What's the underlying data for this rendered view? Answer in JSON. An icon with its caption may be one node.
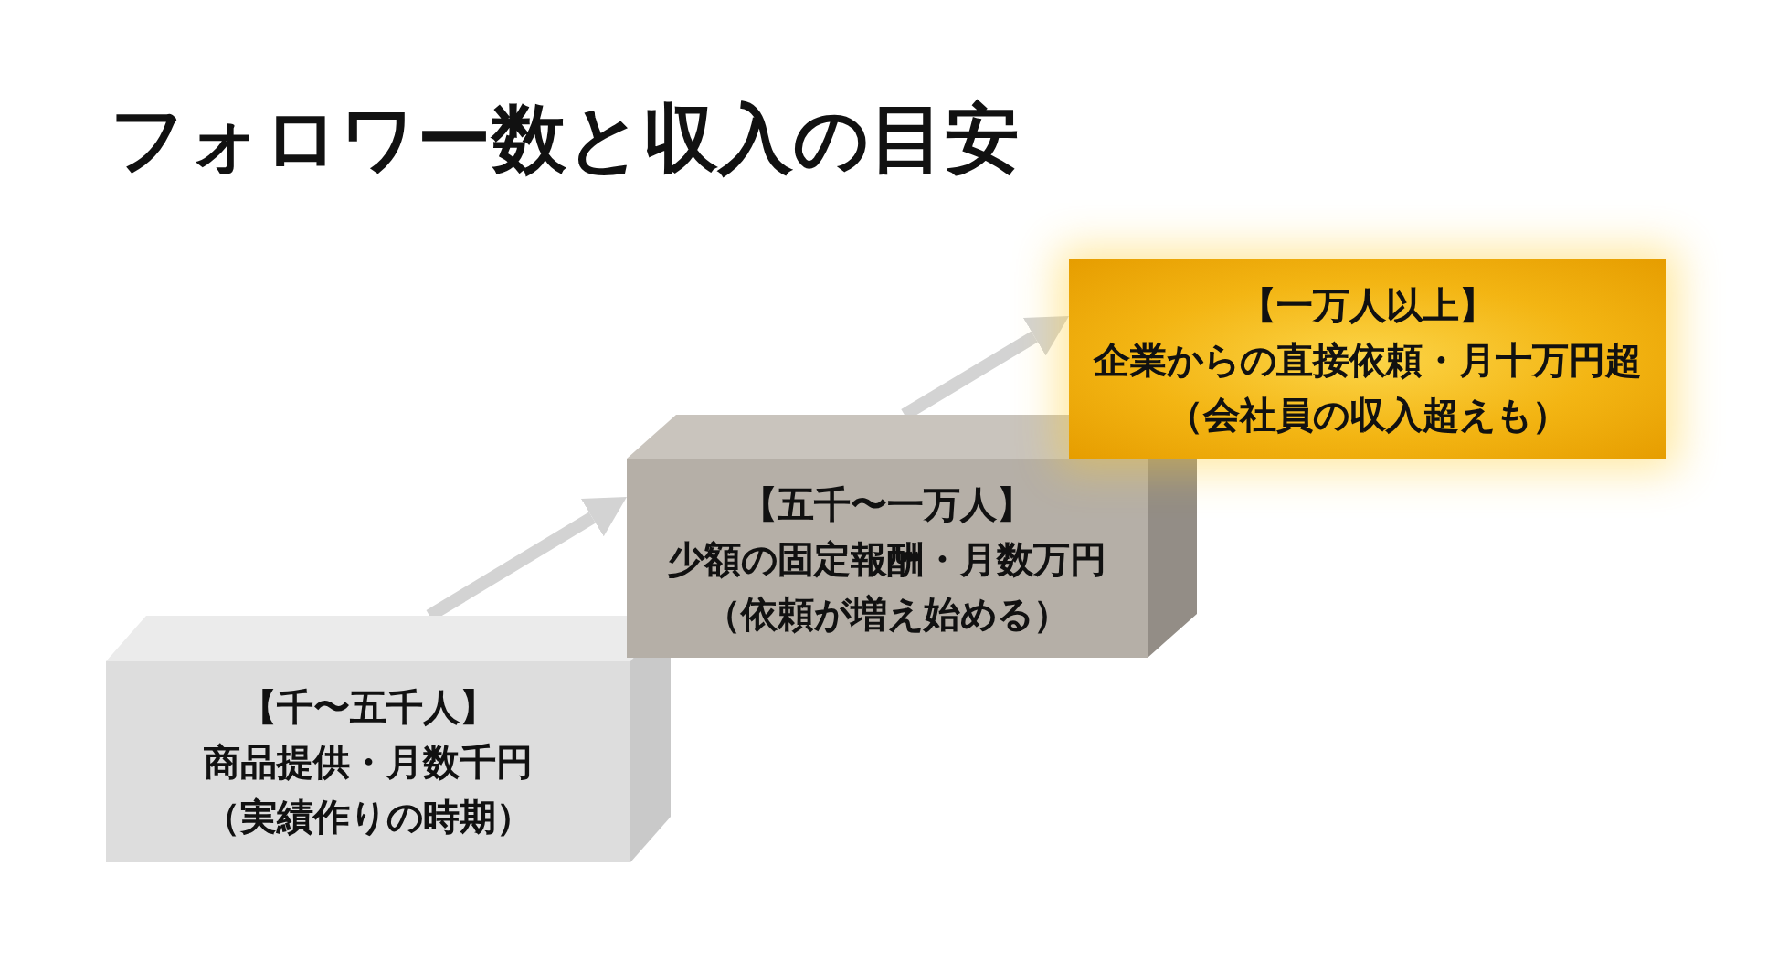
{
  "diagram": {
    "title": "フォロワー数と収入の目安",
    "nodes": [
      {
        "text": [
          "【千〜五千人】",
          "商品提供・月数千円",
          "（実績作りの時期）"
        ]
      },
      {
        "text": [
          "【五千〜一万人】",
          "少額の固定報酬・月数万円",
          "（依頼が増え始める）"
        ]
      },
      {
        "text": [
          "【一万人以上】",
          "企業からの直接依頼・月十万円超",
          "（会社員の収入超えも）"
        ]
      }
    ],
    "edges": [
      {
        "from": 0,
        "to": 1,
        "arrow": "to"
      },
      {
        "from": 1,
        "to": 2,
        "arrow": "to"
      }
    ]
  }
}
